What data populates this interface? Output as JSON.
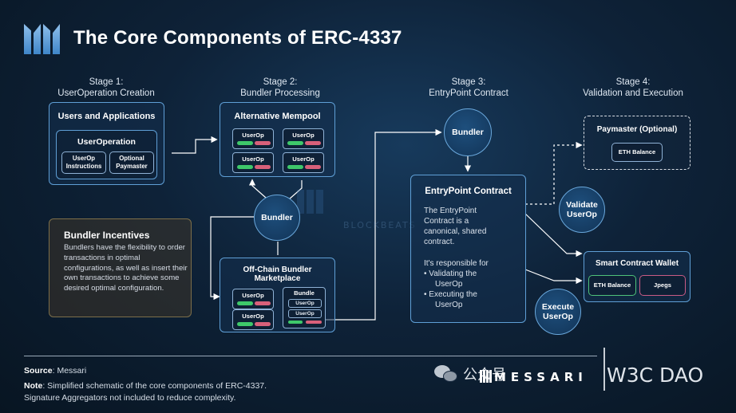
{
  "header": {
    "title": "The Core Components of ERC-4337"
  },
  "stages": [
    {
      "line1": "Stage 1:",
      "line2": "UserOperation Creation"
    },
    {
      "line1": "Stage 2:",
      "line2": "Bundler Processing"
    },
    {
      "line1": "Stage 3:",
      "line2": "EntryPoint Contract"
    },
    {
      "line1": "Stage 4:",
      "line2": "Validation and Execution"
    }
  ],
  "stage1": {
    "box_title": "Users and Applications",
    "userop_title": "UserOperation",
    "chip1_l1": "UserOp",
    "chip1_l2": "Instructions",
    "chip2_l1": "Optional",
    "chip2_l2": "Paymaster"
  },
  "mempool": {
    "title": "Alternative Mempool",
    "userop_label": "UserOp"
  },
  "bundler_mid": "Bundler",
  "marketplace": {
    "title_l1": "Off-Chain Bundler",
    "title_l2": "Marketplace",
    "userop_label": "UserOp",
    "bundle_label": "Bundle"
  },
  "incentives": {
    "title": "Bundler Incentives",
    "body": "Bundlers have the flexibility to order transactions in optimal configurations, as well as insert their own transactions to achieve some desired optimal configuration."
  },
  "bundler_top": "Bundler",
  "entrypoint": {
    "title": "EntryPoint Contract",
    "p1_l1": "The EntryPoint",
    "p1_l2": "Contract is a",
    "p1_l3": "canonical, shared",
    "p1_l4": "contract.",
    "p2": "It's responsible for",
    "b1_l1": "•  Validating the",
    "b1_l2": "UserOp",
    "b2_l1": "•  Executing the",
    "b2_l2": "UserOp"
  },
  "validate": {
    "l1": "Validate",
    "l2": "UserOp"
  },
  "execute": {
    "l1": "Execute",
    "l2": "UserOp"
  },
  "paymaster": {
    "title": "Paymaster (Optional)",
    "chip": "ETH Balance"
  },
  "wallet": {
    "title": "Smart Contract Wallet",
    "chip1": "ETH Balance",
    "chip2": "Jpegs"
  },
  "footer": {
    "source_label": "Source",
    "source_value": ": Messari",
    "note_label": "Note",
    "note_value": ": Simplified schematic of the core components of ERC-4337.",
    "note_line2": "Signature Aggregators not included to reduce complexity."
  },
  "watermarks": {
    "wechat_text": "公众号",
    "brand": "MESSARI",
    "w3c": "W3C DAO",
    "blockbeats": "BLOCKBEATS"
  },
  "colors": {
    "accent_blue": "#5f9fd6",
    "green_bar": "#3ec86a",
    "red_bar": "#d8607a",
    "ethbal_green": "#4fc27a",
    "jpegs_pink": "#c95b85"
  }
}
